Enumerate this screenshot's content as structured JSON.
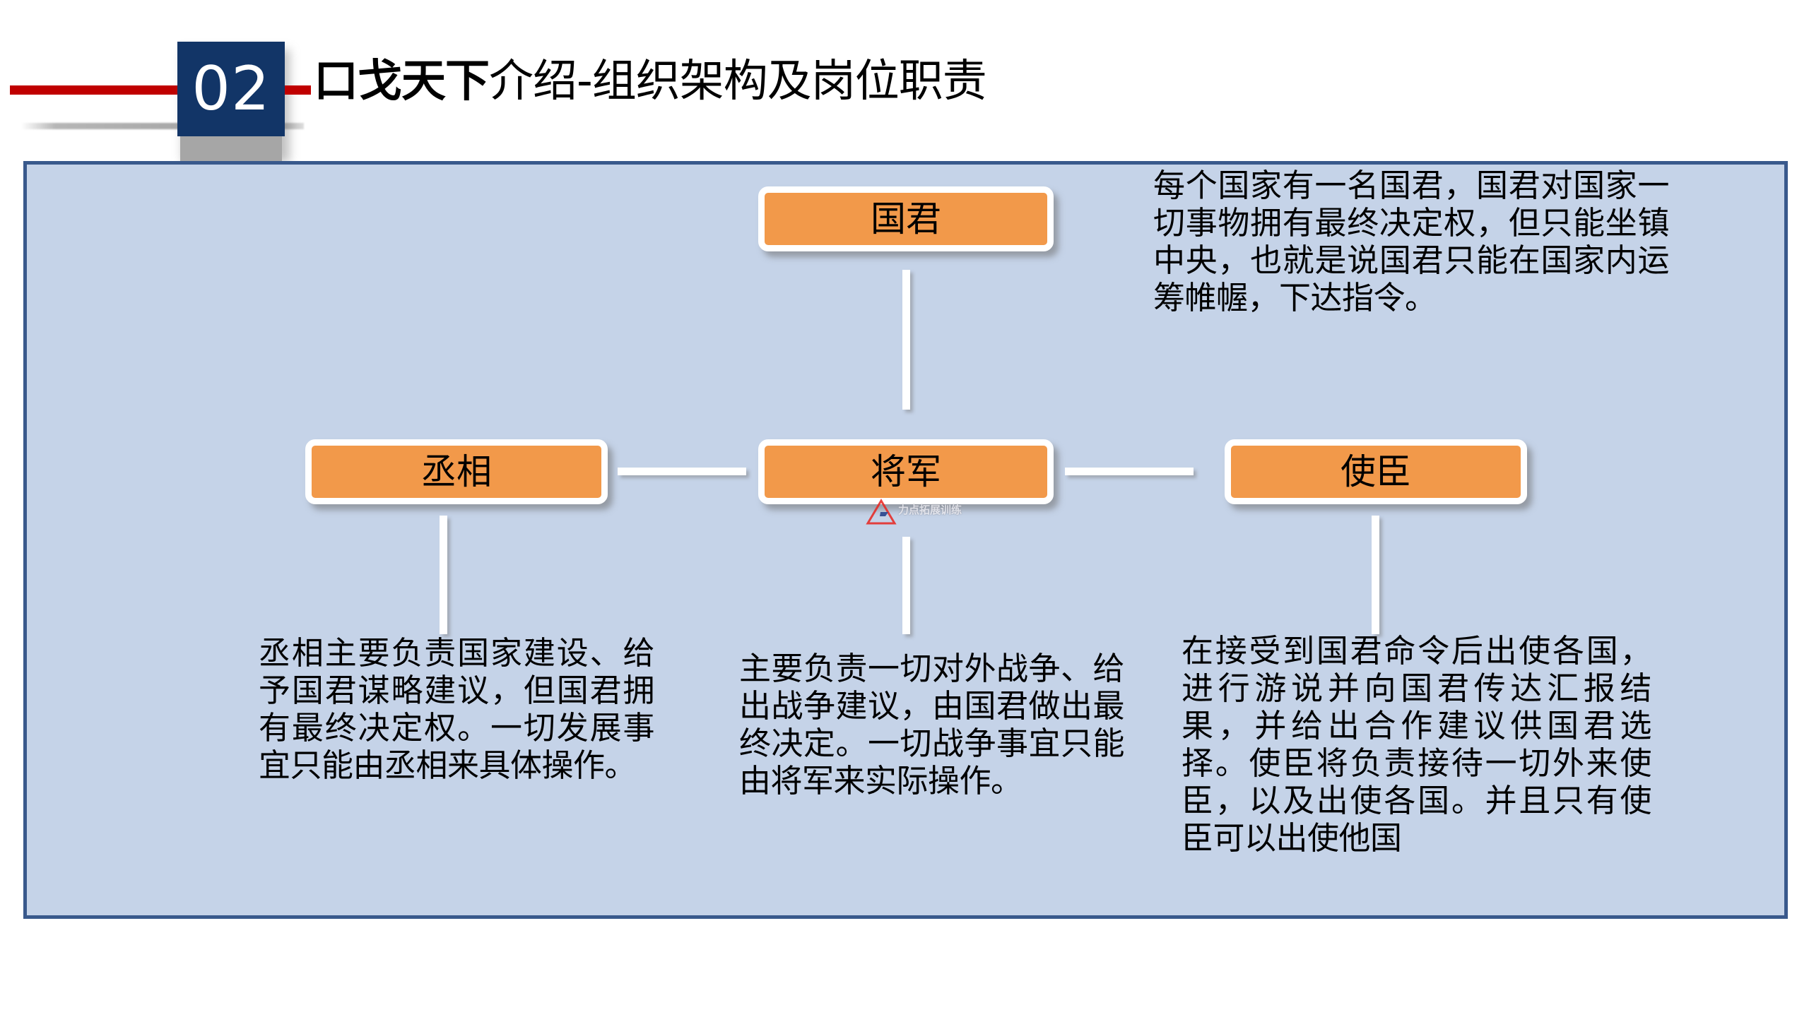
{
  "header": {
    "number_badge": "02",
    "title_brand": "口戈天下",
    "title_rest": "介绍-组织架构及岗位职责",
    "accent_red": "#c00000",
    "badge_navy": "#123567",
    "badge_shadow_gray": "#a6a6a6"
  },
  "panel": {
    "fill": "#c5d3e8",
    "border": "#39598c"
  },
  "org_chart": {
    "node_fill": "#f2994a",
    "node_border": "#ffffff",
    "nodes": [
      {
        "id": "king",
        "label": "国君",
        "level": 1
      },
      {
        "id": "chancellor",
        "label": "丞相",
        "level": 2
      },
      {
        "id": "general",
        "label": "将军",
        "level": 2
      },
      {
        "id": "envoy",
        "label": "使臣",
        "level": 2
      }
    ],
    "descriptions": {
      "king": "每个国家有一名国君，国君对国家一切事物拥有最终决定权，但只能坐镇中央，也就是说国君只能在国家内运筹帷幄，下达指令。",
      "chancellor": "丞相主要负责国家建设、给予国君谋略建议，但国君拥有最终决定权。一切发展事宜只能由丞相来具体操作。",
      "general": "主要负责一切对外战争、给出战争建议，由国君做出最终决定。一切战争事宜只能由将军来实际操作。",
      "envoy": "在接受到国君命令后出使各国，进行游说并向国君传达汇报结果，并给出合作建议供国君选择。使臣将负责接待一切外来使臣，以及出使各国。并且只有使臣可以出使他国"
    }
  },
  "watermark": {
    "text": "力点拓展训练",
    "triangle_color": "#e8251f",
    "mark_color": "#1f3c88"
  }
}
